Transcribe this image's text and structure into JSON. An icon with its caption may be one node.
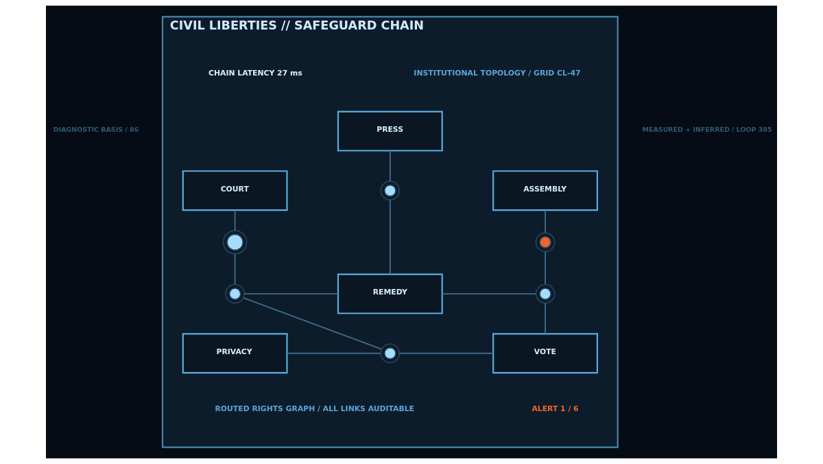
{
  "diagram": {
    "nodes": [
      {
        "text": [
          "CIVIL LIBERTIES // SAFEGUARD CHAIN"
        ]
      },
      {
        "text": [
          "PRESS"
        ],
        "in": 0
      },
      {
        "text": [
          "COURT"
        ],
        "in": 0
      },
      {
        "text": [],
        "shape": "circle",
        "in": 0
      },
      {
        "text": [
          "ASSEMBLY"
        ],
        "in": 0
      },
      {
        "text": [],
        "shape": "circle",
        "in": 0
      },
      {
        "text": [],
        "shape": "circle",
        "in": 0
      },
      {
        "text": [],
        "shape": "circle",
        "in": 0
      },
      {
        "text": [
          "REMEDY"
        ],
        "in": 0
      },
      {
        "text": [],
        "shape": "circle",
        "in": 0
      },
      {
        "text": [
          "PRIVACY"
        ],
        "in": 0
      },
      {
        "text": [],
        "shape": "circle",
        "in": 0
      },
      {
        "text": [
          "VOTE"
        ],
        "in": 0
      }
    ],
    "edges": [
      {
        "from": 2,
        "to": 3,
        "arrow": "none"
      },
      {
        "from": 3,
        "to": 7,
        "arrow": "none"
      },
      {
        "from": 7,
        "to": 8,
        "arrow": "none"
      },
      {
        "from": 1,
        "to": 5,
        "arrow": "none"
      },
      {
        "from": 5,
        "to": 8,
        "arrow": "none"
      },
      {
        "from": 4,
        "to": 6,
        "arrow": "none"
      },
      {
        "from": 6,
        "to": 9,
        "arrow": "none"
      },
      {
        "from": 8,
        "to": 9,
        "arrow": "none"
      },
      {
        "from": 10,
        "to": 11,
        "arrow": "none"
      },
      {
        "from": 7,
        "to": 11,
        "arrow": "none"
      },
      {
        "from": 11,
        "to": 12,
        "arrow": "none"
      },
      {
        "from": 9,
        "to": 12,
        "arrow": "none"
      }
    ],
    "labels": [
      "INSTITUTIONAL TOPOLOGY / GRID CL-47",
      "CHAIN LATENCY 27 ms",
      "ROUTED RIGHTS GRAPH / ALL LINKS AUDITABLE",
      "ALERT 1 / 6",
      "DIAGNOSTIC BASIS / 86",
      "MEASURED + INFERRED / LOOP 385"
    ]
  }
}
